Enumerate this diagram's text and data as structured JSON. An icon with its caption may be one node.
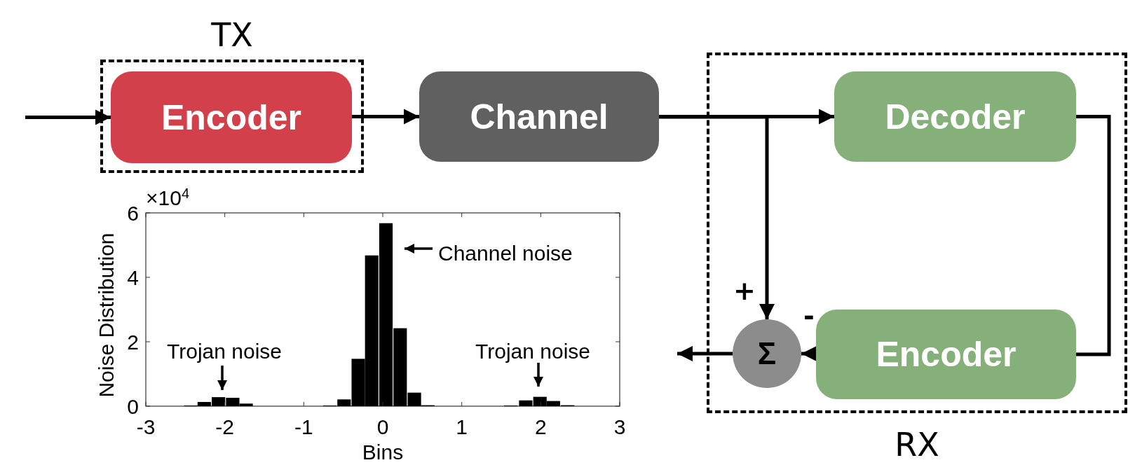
{
  "diagram": {
    "nodes": [
      {
        "text": [
          "TX"
        ]
      },
      {
        "text": [
          "Encoder"
        ],
        "in": 0
      },
      {
        "text": [
          "Channel"
        ]
      },
      {
        "text": [
          "RX"
        ]
      },
      {
        "text": [
          "Decoder"
        ],
        "in": 3
      },
      {
        "text": [
          "Σ"
        ],
        "in": 3
      },
      {
        "text": [
          "Encoder"
        ],
        "in": 3
      }
    ],
    "edges": [
      {
        "from": null,
        "to": 1,
        "arrow": "to"
      },
      {
        "from": 1,
        "to": 2,
        "arrow": "to"
      },
      {
        "from": 2,
        "to": 4,
        "arrow": "to"
      },
      {
        "from": 2,
        "to": 5,
        "arrow": "to"
      },
      {
        "from": 4,
        "to": 6,
        "arrow": "none"
      },
      {
        "from": 6,
        "to": 5,
        "arrow": "to"
      },
      {
        "from": 5,
        "to": null,
        "arrow": "to"
      }
    ],
    "labels": [
      "×10$^{4}$",
      "+",
      "-"
    ],
    "chart_data": {
      "type": "bar",
      "xlabel": "Bins",
      "ylabel": "Noise Distribution",
      "x": [
        -2.43,
        -2.26,
        -2.08,
        -1.9,
        -1.73,
        -0.67,
        -0.49,
        -0.31,
        -0.14,
        0.04,
        0.22,
        0.4,
        0.57,
        1.62,
        1.81,
        1.99,
        2.16,
        2.34
      ],
      "values": [
        0.02,
        0.13,
        0.28,
        0.26,
        0.08,
        0.02,
        0.21,
        1.47,
        4.68,
        5.68,
        2.42,
        0.42,
        0.03,
        0.02,
        0.18,
        0.29,
        0.16,
        0.03
      ],
      "xlim": [
        -3,
        3
      ],
      "ylim": [
        0,
        6
      ],
      "xticks": [
        -3,
        -2,
        -1,
        0,
        1,
        2,
        3
      ],
      "yticks": [
        0,
        2,
        4,
        6
      ],
      "annotations": [
        "Channel noise",
        "Trojan noise",
        "Trojan noise"
      ]
    }
  }
}
